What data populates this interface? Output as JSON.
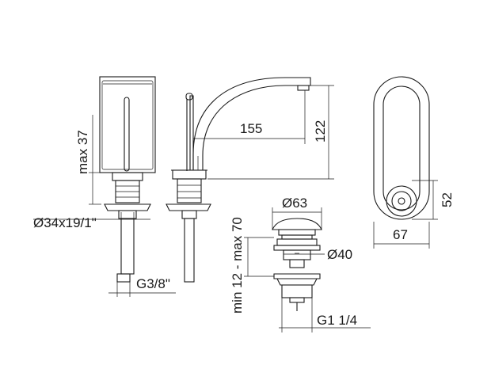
{
  "colors": {
    "line": "#1a1a1a",
    "background": "#ffffff"
  },
  "dimensions": {
    "max37": "max 37",
    "d34": "Ø34x19/1\"",
    "g38": "G3/8\"",
    "d155": "155",
    "d122": "122",
    "minmax": "min 12 - max 70",
    "d63": "Ø63",
    "d40": "Ø40",
    "g114": "G1 1/4",
    "d52": "52",
    "d67": "67"
  }
}
